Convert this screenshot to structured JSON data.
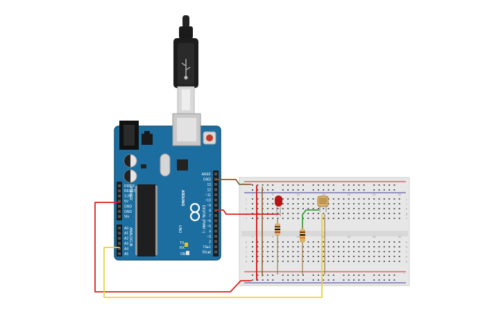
{
  "board": {
    "brand": "ARDUINO",
    "model": "UNO",
    "digital_header": "DIGITAL (PWM ~)",
    "power_header": "POWER",
    "analog_header": "ANALOG IN",
    "tx_led": "TX",
    "rx_led": "RX",
    "on_label": "ON",
    "digital_pins": [
      "AREF",
      "GND",
      "13",
      "12",
      "~11",
      "~10",
      "~9",
      "8",
      "7",
      "~6",
      "~5",
      "4",
      "~3",
      "2",
      "TX▸1",
      "RX◂0"
    ],
    "power_pins": [
      "IOREF",
      "RESET",
      "3.3V",
      "5V",
      "GND",
      "GND",
      "Vin"
    ],
    "analog_pins": [
      "A0",
      "A1",
      "A2",
      "A3",
      "A4",
      "A5"
    ]
  },
  "breadboard": {
    "row_letters_top": [
      "j",
      "i",
      "h",
      "g",
      "f"
    ],
    "row_letters_bottom": [
      "e",
      "d",
      "c",
      "b",
      "a"
    ],
    "column_numbers": [
      "1",
      "5",
      "10",
      "15",
      "20",
      "25",
      "30"
    ],
    "rail_plus": "+",
    "rail_minus": "-"
  },
  "colors": {
    "board": "#1d6ea0",
    "board_dark": "#15557d",
    "wire_red": "#d62020",
    "wire_yellow": "#e8d33a",
    "wire_brown": "#8b5a2b",
    "wire_green": "#3aa63a",
    "led_red": "#b81414"
  },
  "components": [
    "usb-cable",
    "arduino-uno",
    "breadboard",
    "red-led",
    "resistor",
    "resistor",
    "photoresistor"
  ]
}
